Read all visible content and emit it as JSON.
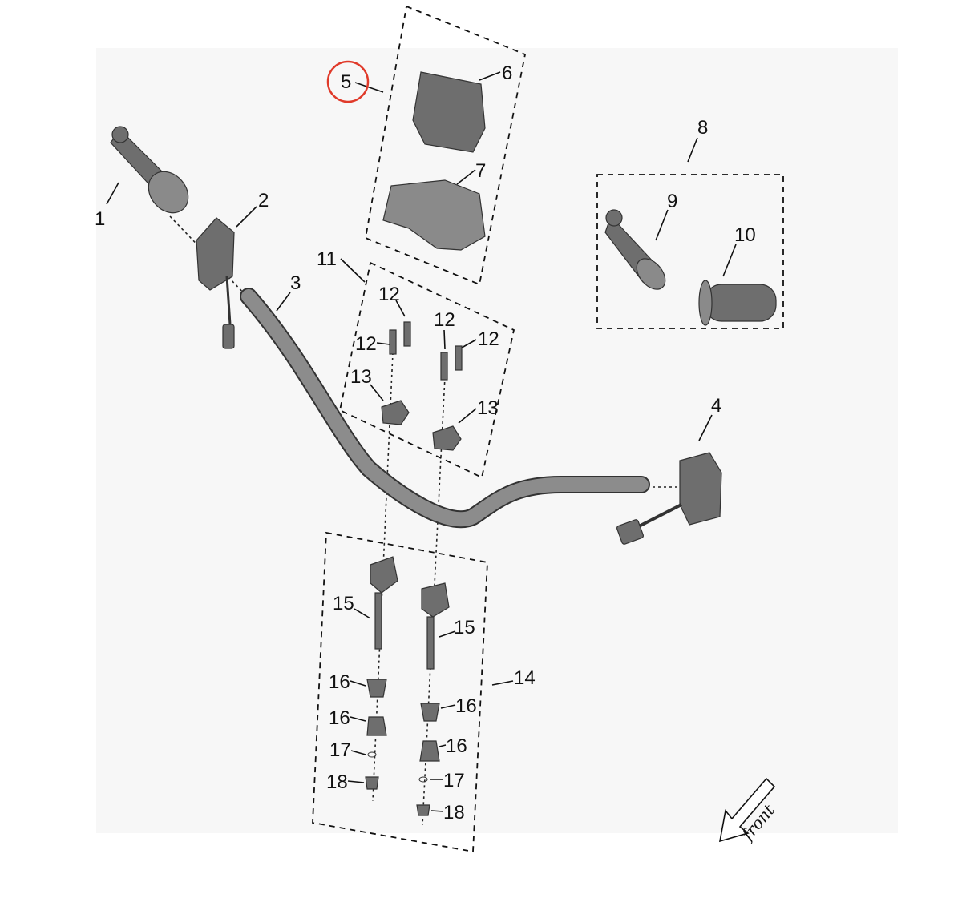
{
  "diagram": {
    "highlight_color": "#e03a2a",
    "highlighted_callout": "5",
    "callouts": {
      "c1": "1",
      "c2": "2",
      "c3": "3",
      "c4": "4",
      "c5": "5",
      "c6": "6",
      "c7": "7",
      "c8": "8",
      "c9": "9",
      "c10": "10",
      "c11": "11",
      "c12a": "12",
      "c12b": "12",
      "c12c": "12",
      "c12d": "12",
      "c13a": "13",
      "c13b": "13",
      "c14": "14",
      "c15a": "15",
      "c15b": "15",
      "c16a": "16",
      "c16b": "16",
      "c16c": "16",
      "c16d": "16",
      "c17a": "17",
      "c17b": "17",
      "c18a": "18",
      "c18b": "18"
    },
    "direction_label": "front"
  }
}
